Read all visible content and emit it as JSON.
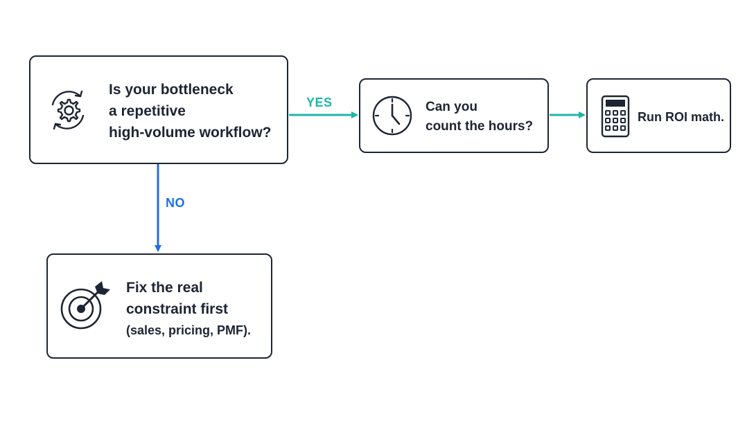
{
  "diagram": {
    "nodes": {
      "start": {
        "icon": "gear-cycle-icon",
        "lines": [
          "Is your bottleneck",
          "a repetitive",
          "high-volume workflow?"
        ]
      },
      "hours": {
        "icon": "clock-icon",
        "lines": [
          "Can you",
          "count the hours?"
        ]
      },
      "roi": {
        "icon": "calculator-icon",
        "lines": [
          "Run ROI math."
        ]
      },
      "fix": {
        "icon": "target-arrow-icon",
        "lines": [
          "Fix the real",
          "constraint first",
          "(sales, pricing, PMF)."
        ]
      }
    },
    "edges": {
      "yes": {
        "label": "YES",
        "color": "#1fb5a8"
      },
      "hours_to_roi": {
        "color": "#1fb5a8"
      },
      "no": {
        "label": "NO",
        "color": "#1f6fe0"
      }
    },
    "colors": {
      "ink": "#1d2433",
      "accent_yes": "#1fb5a8",
      "accent_no": "#1f6fe0"
    }
  }
}
